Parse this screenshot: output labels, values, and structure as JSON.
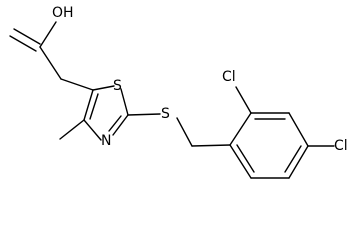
{
  "molecule": {
    "labels": {
      "hydroxyl": "OH",
      "thiazole_sulfur": "S",
      "thiazole_nitrogen": "N",
      "thioether_sulfur": "S",
      "chlorine_ortho": "Cl",
      "chlorine_para": "Cl"
    },
    "colors": {
      "line": "#000000",
      "background": "#ffffff"
    }
  }
}
